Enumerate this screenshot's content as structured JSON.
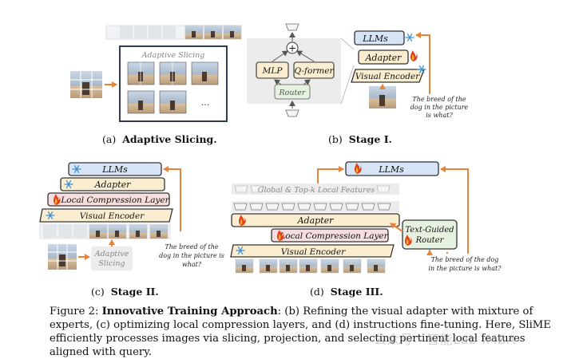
{
  "panel_a": {
    "inner_title": "Adaptive Slicing",
    "ellipsis": "...",
    "caption_letter": "(a)",
    "caption_title": "Adaptive Slicing."
  },
  "panel_b": {
    "mlp": "MLP",
    "qformer": "Q-former",
    "router": "Router",
    "plus": "+",
    "llms": "LLMs",
    "adapter": "Adapter",
    "visual_encoder": "Visual Encoder",
    "question_1": "The breed of the",
    "question_2": "dog in the picture",
    "question_3": "is what?",
    "caption_letter": "(b)",
    "caption_title": "Stage I."
  },
  "panel_c": {
    "llms": "LLMs",
    "adapter": "Adapter",
    "local_compression": "Local Compression Layer",
    "visual_encoder": "Visual Encoder",
    "adaptive_1": "Adaptive",
    "adaptive_2": "Slicing",
    "question_1": "The breed of the",
    "question_2": "dog in the picture is",
    "question_3": "what?",
    "caption_letter": "(c)",
    "caption_title": "Stage II."
  },
  "panel_d": {
    "llms": "LLMs",
    "global_topk": "Global & Top-k Local Features",
    "adapter": "Adapter",
    "local_compression": "Local Compression Layer",
    "visual_encoder": "Visual Encoder",
    "router_1": "Text-Guided",
    "router_2": "Router",
    "question_1": "The breed of the dog",
    "question_2": "in the picture is what?",
    "caption_letter": "(d)",
    "caption_title": "Stage III."
  },
  "figure_caption": {
    "prefix": "Figure 2: ",
    "title": "Innovative Training Approach",
    "body": ": (b) Refining the visual adapter with mixture of experts, (c) optimizing local compression layers, and (d) instructions fine-tuning. Here, SliME efficiently processes images via slicing, projection, and selecting pertinent local features aligned with query."
  },
  "watermark": "公众号 · 智能Lab IMBA",
  "colors": {
    "llm_fill": "#d6e4f5",
    "adapter_fill": "#fbeed0",
    "lcl_fill": "#f6dede",
    "encoder_fill": "#fbeed0",
    "router_fill": "#e6f2df",
    "arrow": "#e8843a",
    "frame": "#2e3f55"
  }
}
